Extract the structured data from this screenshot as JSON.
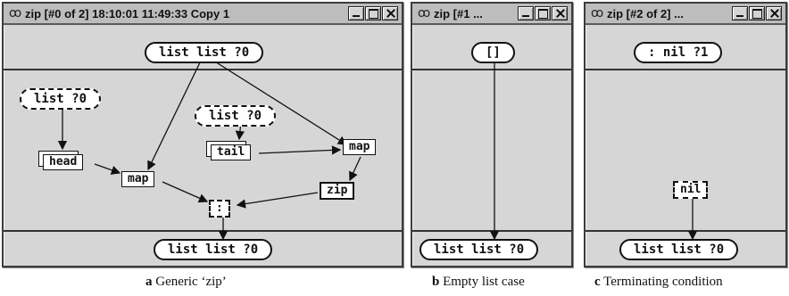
{
  "windows": [
    {
      "title": "zip [#0 of 2]  18:10:01 11:49:33 Copy 1",
      "nodes": {
        "top": "list list ?0",
        "list_in": "list ?0",
        "list_in2": "list ?0",
        "head": "head",
        "tail": "tail",
        "map1": "map",
        "map2": "map",
        "zip": "zip",
        "cons": ":",
        "bottom": "list list ?0"
      },
      "caption_letter": "a",
      "caption_text": " Generic ‘zip’"
    },
    {
      "title": "zip [#1 ...",
      "nodes": {
        "top": "[]",
        "bottom": "list list ?0"
      },
      "caption_letter": "b",
      "caption_text": " Empty list case"
    },
    {
      "title": "zip [#2 of 2] ...",
      "nodes": {
        "top": ": nil ?1",
        "nil": "nil",
        "bottom": "list list ?0"
      },
      "caption_letter": "c",
      "caption_text": " Terminating condition"
    }
  ],
  "icons": {
    "title_icon": "glasses-icon",
    "minimize": "minimize-icon",
    "maximize": "maximize-icon",
    "close": "close-icon"
  }
}
